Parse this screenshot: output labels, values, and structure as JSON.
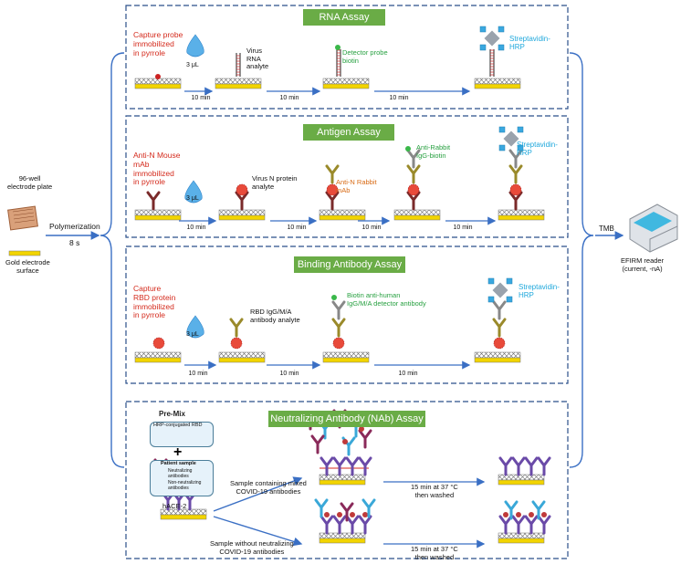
{
  "rna": {
    "header": "RNA Assay",
    "capture": "Capture probe\nimmobilized\nin pyrrole",
    "volume": "3 μL",
    "analyte": "Virus\nRNA\nanalyte",
    "detector": "Detector probe\nbiotin",
    "hrp": "Streptavidin-\nHRP",
    "t1": "10 min",
    "t2": "10 min",
    "t3": "10 min"
  },
  "antigen": {
    "header": "Antigen Assay",
    "capture": "Anti-N Mouse\nmAb\nimmobilized\nin pyrrole",
    "volume": "3 μL",
    "analyte": "Virus N protein\nanalyte",
    "rabbit": "Anti-N Rabbit\nmAb",
    "biotin": "Anti-Rabbit\nIgG-biotin",
    "hrp": "Streptavidin-\nHRP",
    "t1": "10 min",
    "t2": "10 min",
    "t3": "10 min",
    "t4": "10 min"
  },
  "binding": {
    "header": "Binding Antibody Assay",
    "capture": "Capture\nRBD protein\nimmobilized\nin pyrrole",
    "volume": "3 μL",
    "analyte": "RBD IgG/M/A\nantibody analyte",
    "detector": "Biotin anti-human\nIgG/M/A detector antibody",
    "hrp": "Streptavidin-\nHRP",
    "t1": "10 min",
    "t2": "10 min",
    "t3": "10 min"
  },
  "nab": {
    "header": "Neutralizing Antibody (NAb) Assay",
    "premix": "Pre-Mix",
    "hrp_rbd": "HRP-conjugated RBD",
    "plus": "+",
    "patient": "Patient sample",
    "neutralizing": "Neutralizing\nantibodies",
    "non_neutralizing": "Non-neutralizing\nantibodies",
    "hace2": "hACE-2",
    "mixed": "Sample containing mixed\nCOVID-19 antibodies",
    "without": "Sample without neutralizing\nCOVID-19 antibodies",
    "wash1": "15 min at 37 °C\nthen washed",
    "wash2": "15 min at 37 °C\nthen washed"
  },
  "left": {
    "plate": "96-well\nelectrode plate",
    "polymerization": "Polymerization",
    "time": "8 s",
    "gold": "Gold electrode\nsurface"
  },
  "right": {
    "tmb": "TMB",
    "reader": "EFIRM reader\n(current, -nA)"
  },
  "colors": {
    "header": "#6aac46",
    "red_text": "#d42a1c",
    "green_text": "#27a040",
    "cyan_text": "#1fa8dc",
    "orange_text": "#d86a14",
    "arrow": "#3a6fc4",
    "panel_border": "#2b4f8a",
    "electrode": "#f2d400"
  }
}
